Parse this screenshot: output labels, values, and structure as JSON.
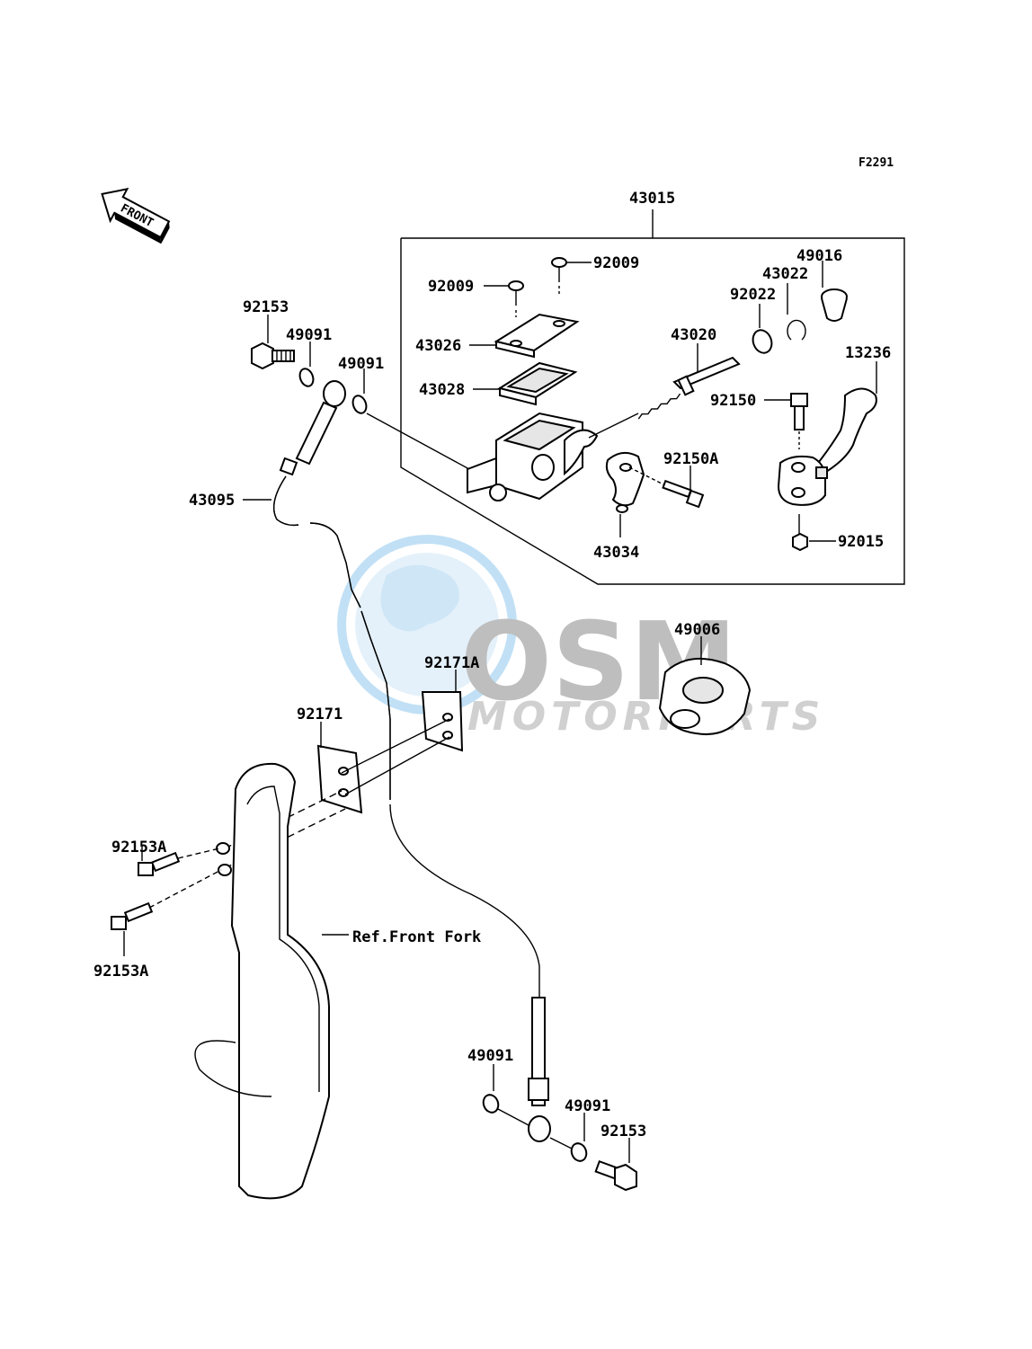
{
  "diagram_code": "F2291",
  "front_arrow_label": "FRONT",
  "watermark": {
    "brand": "OSM",
    "sub": "MOTORPARTS",
    "color_blue": "#1a8fd6",
    "color_grey": "#9a9a9a"
  },
  "ref_label": "Ref.Front Fork",
  "labels": {
    "assembly": "43015",
    "screw_a": "92009",
    "screw_b": "92009",
    "cap": "43026",
    "diaphragm": "43028",
    "piston_kit": "43020",
    "washer_92022": "92022",
    "circlip": "43022",
    "boot": "49016",
    "lever": "13236",
    "pivot_bolt": "92150",
    "clamp_bolt": "92150A",
    "clamp": "43034",
    "nut": "92015",
    "banjo_bolt_top": "92153",
    "washer_top_1": "49091",
    "washer_top_2": "49091",
    "hose": "43095",
    "guard": "49006",
    "hose_clamp_a": "92171A",
    "hose_clamp": "92171",
    "fork_bolt_1": "92153A",
    "fork_bolt_2": "92153A",
    "washer_bot_1": "49091",
    "washer_bot_2": "49091",
    "banjo_bolt_bot": "92153"
  }
}
